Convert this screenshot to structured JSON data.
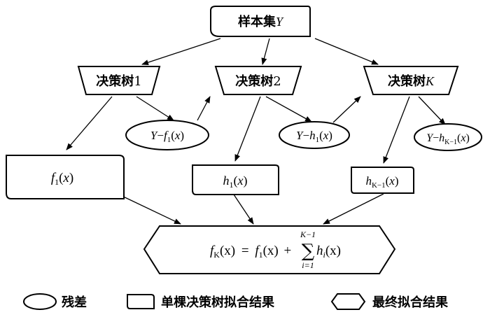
{
  "root": {
    "label": "样本集",
    "var": "Y"
  },
  "trees": [
    {
      "label": "决策树",
      "index": "1",
      "index_italic": false
    },
    {
      "label": "决策树",
      "index": "2",
      "index_italic": false
    },
    {
      "label": "决策树",
      "index": "K",
      "index_italic": true
    }
  ],
  "residuals": [
    {
      "y": "Y",
      "minus": "−",
      "fn": "f",
      "sub": "1",
      "open": "(",
      "arg": "x",
      "close": ")"
    },
    {
      "y": "Y",
      "minus": "−",
      "fn": "h",
      "sub": "1",
      "open": "(",
      "arg": "x",
      "close": ")"
    },
    {
      "y": "Y",
      "minus": "−",
      "fn": "h",
      "sub": "K−1",
      "open": "(",
      "arg": "x",
      "close": ")"
    }
  ],
  "fits": [
    {
      "fn": "f",
      "sub": "1",
      "open": "(",
      "arg": "x",
      "close": ")"
    },
    {
      "fn": "h",
      "sub": "1",
      "open": "(",
      "arg": "x",
      "close": ")"
    },
    {
      "fn": "h",
      "sub": "K−1",
      "open": "(",
      "arg": "x",
      "close": ")"
    }
  ],
  "final": {
    "lhs_fn": "f",
    "lhs_sub": "K",
    "lhs_arg": "(x)",
    "eq": "=",
    "f1_fn": "f",
    "f1_sub": "1",
    "f1_arg": "(x)",
    "plus": "+",
    "sigma": "∑",
    "upper": "K−1",
    "lower": "i=1",
    "h_fn": "h",
    "h_sub": "i",
    "h_arg": "(x)"
  },
  "legend": [
    {
      "shape": "ellipse",
      "label": "残差"
    },
    {
      "shape": "rect",
      "label": "单棵决策树拟合结果"
    },
    {
      "shape": "hexagon",
      "label": "最终拟合结果"
    }
  ],
  "colors": {
    "stroke": "#000000",
    "fill": "#ffffff"
  }
}
